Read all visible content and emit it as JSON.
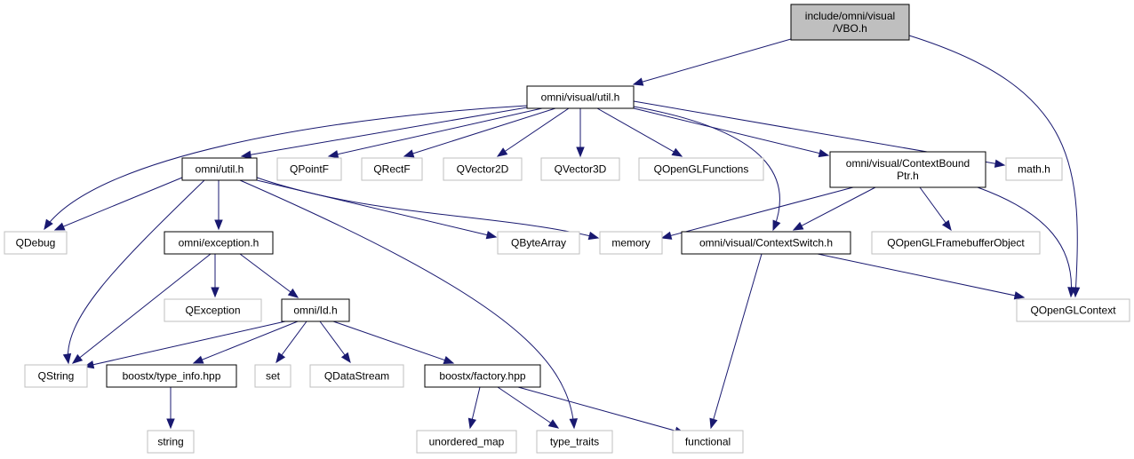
{
  "colors": {
    "edge": "#191970",
    "root_fill": "#bfbfbf",
    "local_border": "#000000",
    "external_border": "#bfbfbf",
    "text": "#000000"
  },
  "nodes": [
    {
      "id": "vbo",
      "kind": "root",
      "lines": [
        "include/omni/visual",
        "/VBO.h"
      ]
    },
    {
      "id": "visual_util",
      "kind": "local",
      "lines": [
        "omni/visual/util.h"
      ]
    },
    {
      "id": "omni_util",
      "kind": "local",
      "lines": [
        "omni/util.h"
      ]
    },
    {
      "id": "qpointf",
      "kind": "external",
      "lines": [
        "QPointF"
      ]
    },
    {
      "id": "qrectf",
      "kind": "external",
      "lines": [
        "QRectF"
      ]
    },
    {
      "id": "qvector2d",
      "kind": "external",
      "lines": [
        "QVector2D"
      ]
    },
    {
      "id": "qvector3d",
      "kind": "external",
      "lines": [
        "QVector3D"
      ]
    },
    {
      "id": "qopenglfunctions",
      "kind": "external",
      "lines": [
        "QOpenGLFunctions"
      ]
    },
    {
      "id": "contextboundptr",
      "kind": "local",
      "lines": [
        "omni/visual/ContextBound",
        "Ptr.h"
      ]
    },
    {
      "id": "math",
      "kind": "external",
      "lines": [
        "math.h"
      ]
    },
    {
      "id": "qdebug",
      "kind": "external",
      "lines": [
        "QDebug"
      ]
    },
    {
      "id": "exception",
      "kind": "local",
      "lines": [
        "omni/exception.h"
      ]
    },
    {
      "id": "qbytearray",
      "kind": "external",
      "lines": [
        "QByteArray"
      ]
    },
    {
      "id": "memory",
      "kind": "external",
      "lines": [
        "memory"
      ]
    },
    {
      "id": "contextswitch",
      "kind": "local",
      "lines": [
        "omni/visual/ContextSwitch.h"
      ]
    },
    {
      "id": "qopenglfbo",
      "kind": "external",
      "lines": [
        "QOpenGLFramebufferObject"
      ]
    },
    {
      "id": "qopenglcontext",
      "kind": "external",
      "lines": [
        "QOpenGLContext"
      ]
    },
    {
      "id": "qexception",
      "kind": "external",
      "lines": [
        "QException"
      ]
    },
    {
      "id": "id",
      "kind": "local",
      "lines": [
        "omni/Id.h"
      ]
    },
    {
      "id": "qstring",
      "kind": "external",
      "lines": [
        "QString"
      ]
    },
    {
      "id": "type_info",
      "kind": "local",
      "lines": [
        "boostx/type_info.hpp"
      ]
    },
    {
      "id": "set",
      "kind": "external",
      "lines": [
        "set"
      ]
    },
    {
      "id": "qdatastream",
      "kind": "external",
      "lines": [
        "QDataStream"
      ]
    },
    {
      "id": "factory",
      "kind": "local",
      "lines": [
        "boostx/factory.hpp"
      ]
    },
    {
      "id": "string",
      "kind": "external",
      "lines": [
        "string"
      ]
    },
    {
      "id": "unordered_map",
      "kind": "external",
      "lines": [
        "unordered_map"
      ]
    },
    {
      "id": "type_traits",
      "kind": "external",
      "lines": [
        "type_traits"
      ]
    },
    {
      "id": "functional",
      "kind": "external",
      "lines": [
        "functional"
      ]
    }
  ],
  "edges": [
    {
      "from": "vbo",
      "to": "visual_util"
    },
    {
      "from": "vbo",
      "to": "qopenglcontext"
    },
    {
      "from": "visual_util",
      "to": "qdebug"
    },
    {
      "from": "visual_util",
      "to": "omni_util"
    },
    {
      "from": "visual_util",
      "to": "qpointf"
    },
    {
      "from": "visual_util",
      "to": "qrectf"
    },
    {
      "from": "visual_util",
      "to": "qvector2d"
    },
    {
      "from": "visual_util",
      "to": "qvector3d"
    },
    {
      "from": "visual_util",
      "to": "qopenglfunctions"
    },
    {
      "from": "visual_util",
      "to": "contextboundptr"
    },
    {
      "from": "visual_util",
      "to": "math"
    },
    {
      "from": "visual_util",
      "to": "contextswitch"
    },
    {
      "from": "omni_util",
      "to": "qdebug"
    },
    {
      "from": "omni_util",
      "to": "exception"
    },
    {
      "from": "omni_util",
      "to": "qstring"
    },
    {
      "from": "omni_util",
      "to": "qbytearray"
    },
    {
      "from": "omni_util",
      "to": "memory"
    },
    {
      "from": "omni_util",
      "to": "type_traits"
    },
    {
      "from": "contextboundptr",
      "to": "memory"
    },
    {
      "from": "contextboundptr",
      "to": "contextswitch"
    },
    {
      "from": "contextboundptr",
      "to": "qopenglfbo"
    },
    {
      "from": "contextboundptr",
      "to": "qopenglcontext"
    },
    {
      "from": "contextswitch",
      "to": "qopenglcontext"
    },
    {
      "from": "contextswitch",
      "to": "functional"
    },
    {
      "from": "exception",
      "to": "qstring"
    },
    {
      "from": "exception",
      "to": "qexception"
    },
    {
      "from": "exception",
      "to": "id"
    },
    {
      "from": "id",
      "to": "qstring"
    },
    {
      "from": "id",
      "to": "type_info"
    },
    {
      "from": "id",
      "to": "set"
    },
    {
      "from": "id",
      "to": "qdatastream"
    },
    {
      "from": "id",
      "to": "factory"
    },
    {
      "from": "type_info",
      "to": "string"
    },
    {
      "from": "factory",
      "to": "unordered_map"
    },
    {
      "from": "factory",
      "to": "type_traits"
    },
    {
      "from": "factory",
      "to": "functional"
    }
  ]
}
